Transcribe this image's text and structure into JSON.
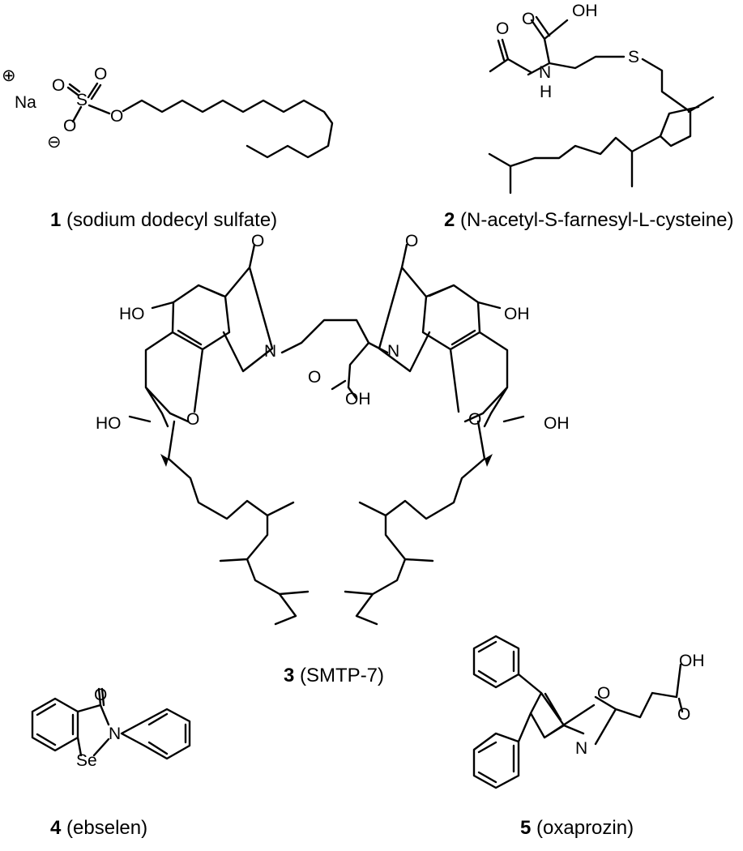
{
  "compounds": [
    {
      "number": "1",
      "name": "(sodium dodecyl sulfate)"
    },
    {
      "number": "2",
      "name": "(N-acetyl-S-farnesyl-L-cysteine)"
    },
    {
      "number": "3",
      "name": "(SMTP-7)"
    },
    {
      "number": "4",
      "name": "(ebselen)"
    },
    {
      "number": "5",
      "name": "(oxaprozin)"
    }
  ],
  "atoms": {
    "na": "Na",
    "o": "O",
    "s": "S",
    "n": "N",
    "h": "H",
    "oh": "OH",
    "ho": "HO",
    "se": "Se",
    "plus": "⊕",
    "minus": "⊖"
  }
}
